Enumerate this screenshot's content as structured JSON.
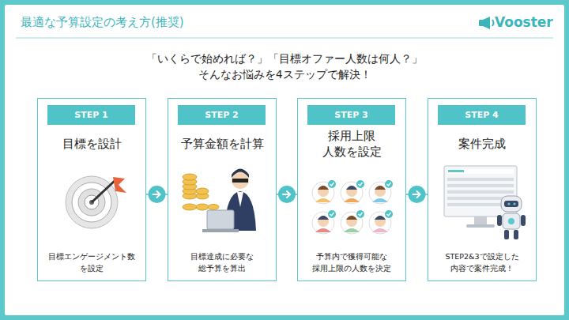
{
  "diagram": {
    "title": "最適な予算設定の考え方(推奨)",
    "nodes": [
      {
        "text": [
          "目標を設計",
          "目標エンゲージメント数 を設定"
        ]
      },
      {
        "text": [
          "STEP 1"
        ],
        "in": 0
      },
      {
        "text": [
          "予算金額を計算",
          "目標達成に必要な 総予算を算出"
        ]
      },
      {
        "text": [
          "STEP 2"
        ],
        "in": 2
      },
      {
        "text": [
          "採用上限 人数を設定",
          "予算内で獲得可能な 採用上限の人数を決定"
        ]
      },
      {
        "text": [
          "STEP 3"
        ],
        "in": 4
      },
      {
        "text": [
          "案件完成",
          "STEP2&3で設定した 内容で案件完成！"
        ]
      },
      {
        "text": [
          "STEP 4"
        ],
        "in": 6
      }
    ],
    "edges": [
      {
        "from": 0,
        "to": 2,
        "arrow": "to"
      },
      {
        "from": 2,
        "to": 4,
        "arrow": "to"
      },
      {
        "from": 4,
        "to": 6,
        "arrow": "to"
      }
    ],
    "labels": [
      "Vooster",
      "「いくらで始めれば？」「目標オファー人数は何人？」",
      "そんなお悩みを4ステップで解決！"
    ]
  }
}
